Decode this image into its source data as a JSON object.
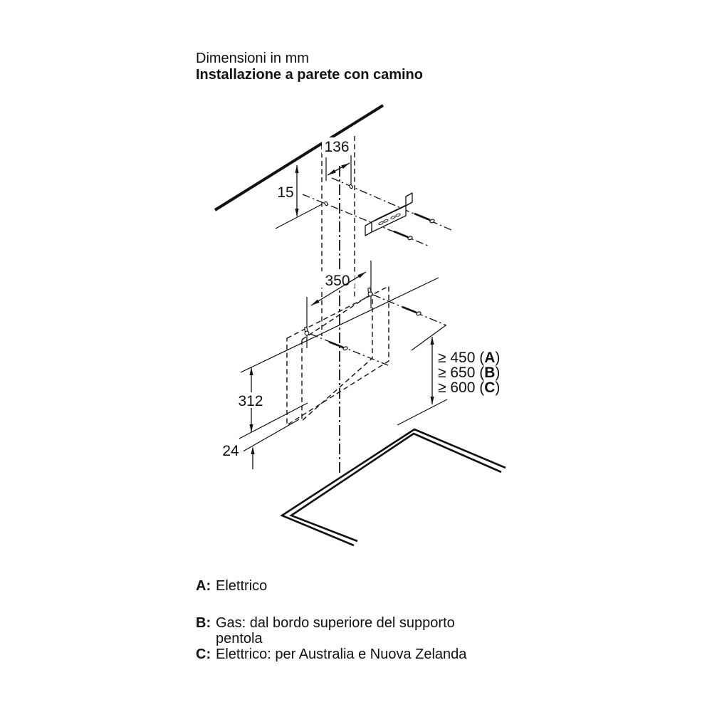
{
  "page": {
    "background": "#ffffff",
    "ink": "#111111"
  },
  "header": {
    "subtitle": "Dimensioni in mm",
    "title": "Installazione a parete con camino"
  },
  "diagram": {
    "dims": {
      "bracket_hole_spacing": "136",
      "ceiling_offset": "15",
      "hood_hole_spacing": "350",
      "panel_height": "312",
      "bottom_gap": "24"
    },
    "clearances": [
      {
        "prefix": "≥ 450 (",
        "key": "A",
        "suffix": ")"
      },
      {
        "prefix": "≥ 650 (",
        "key": "B",
        "suffix": ")"
      },
      {
        "prefix": "≥ 600 (",
        "key": "C",
        "suffix": ")"
      }
    ]
  },
  "legend": {
    "items": [
      {
        "key": "A:",
        "text": "Elettrico"
      },
      {
        "key": "B:",
        "text": "Gas: dal bordo superiore del supporto pentola"
      },
      {
        "key": "C:",
        "text": "Elettrico: per Australia e Nuova Zelanda"
      }
    ]
  }
}
